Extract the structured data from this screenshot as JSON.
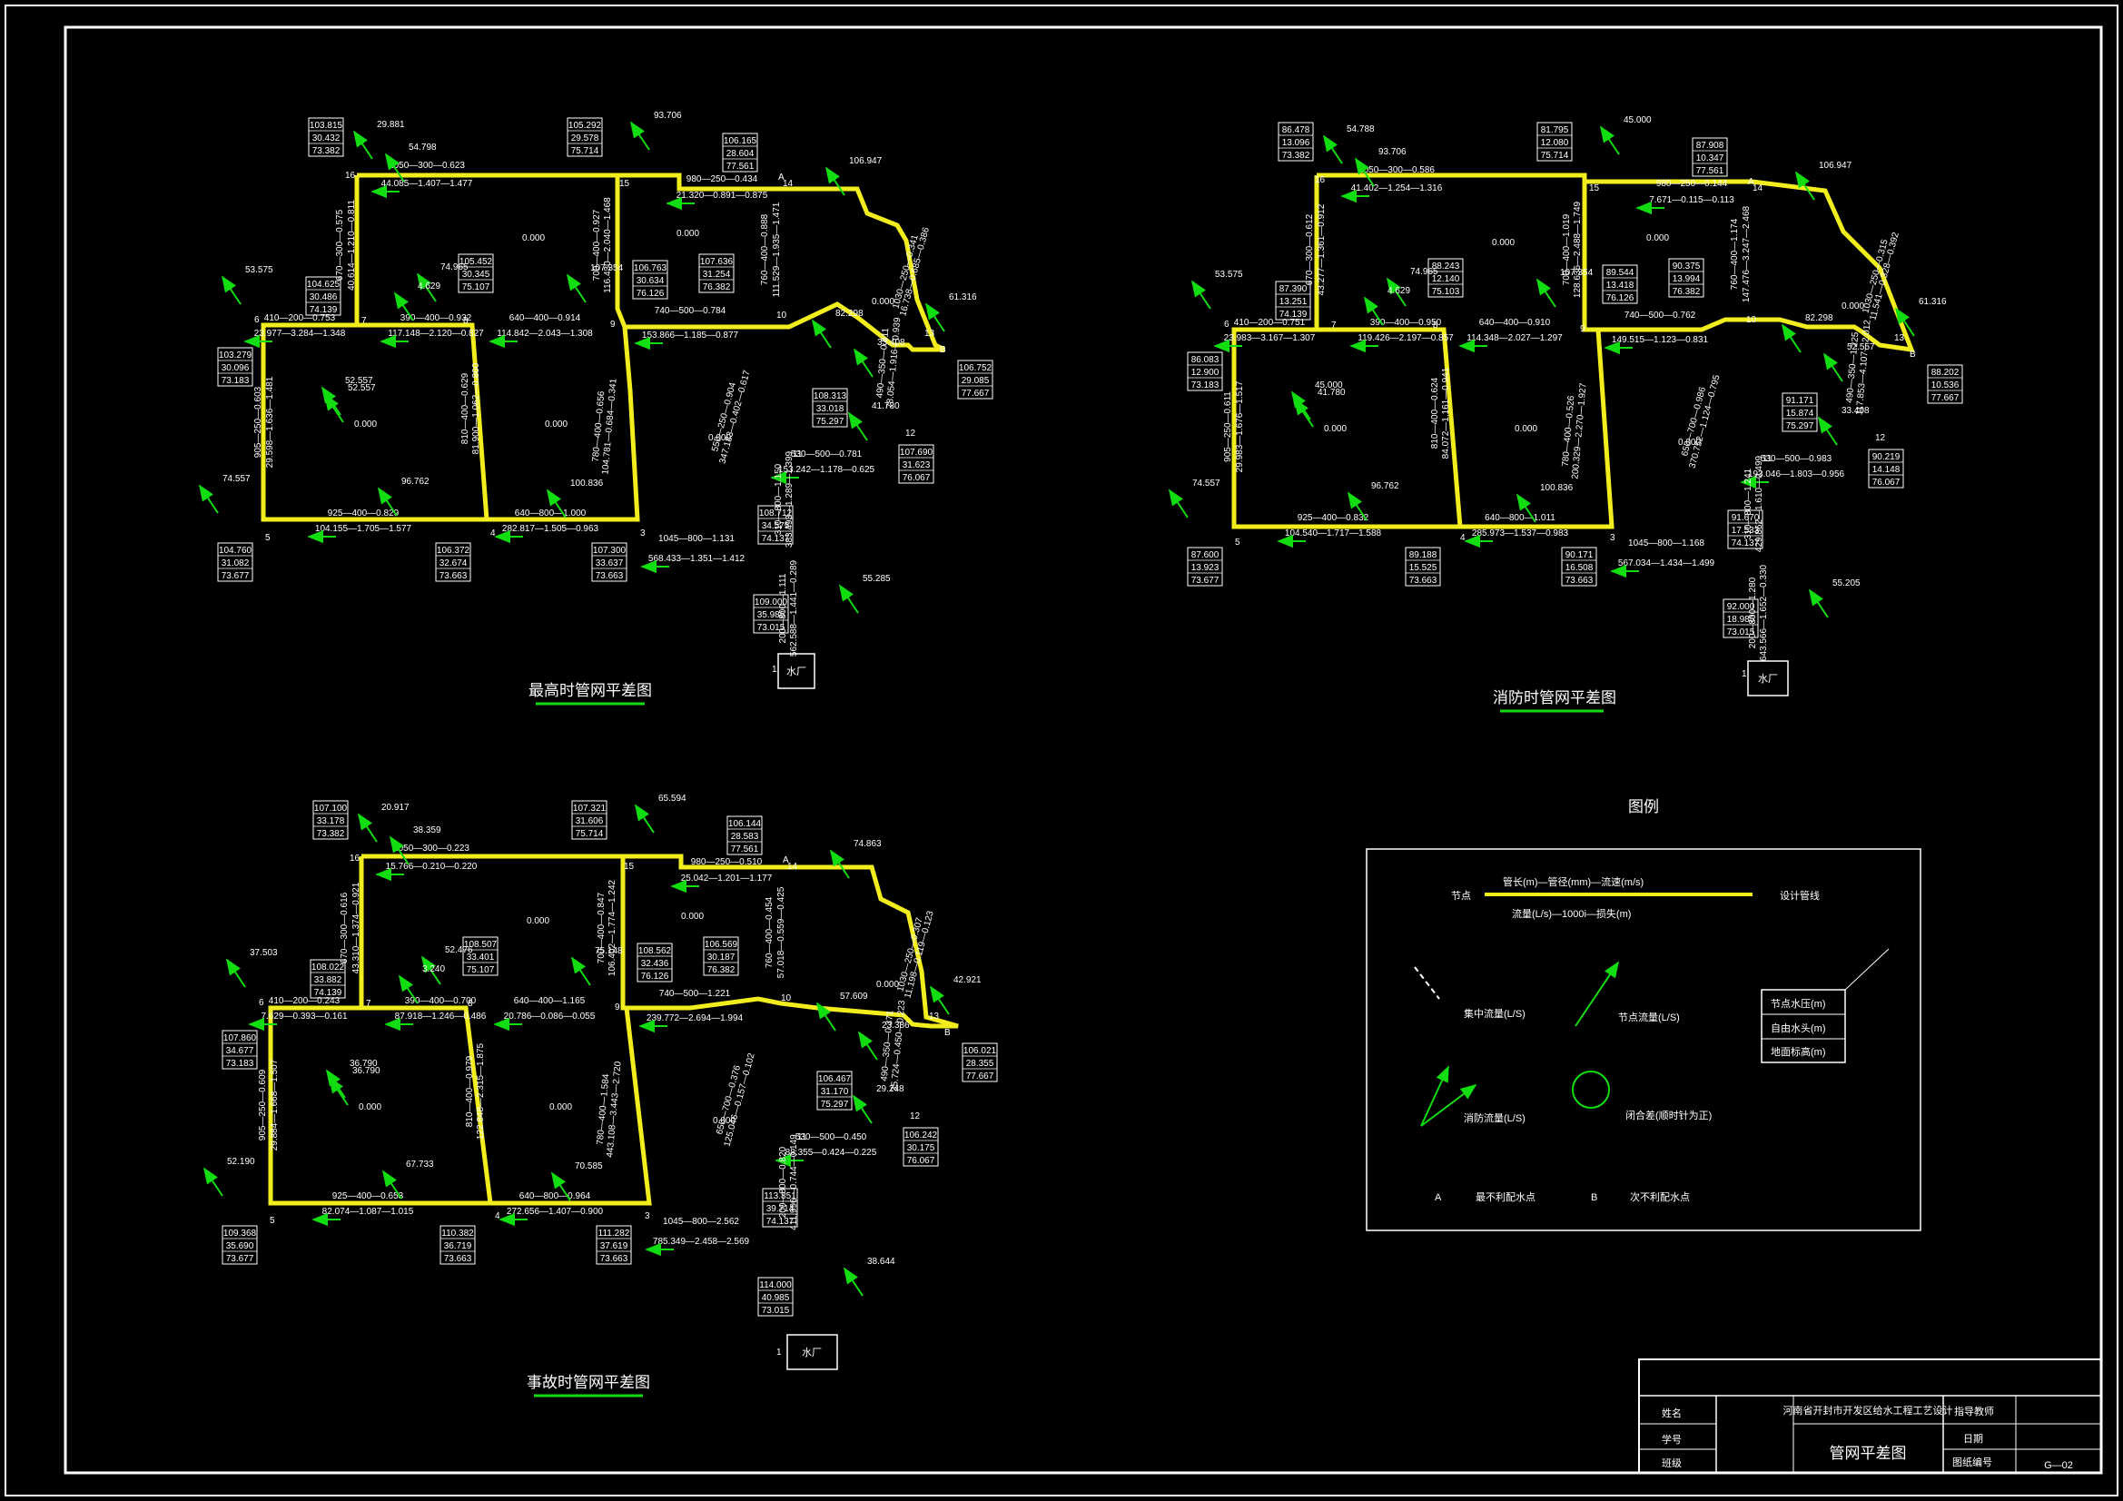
{
  "colors": {
    "pipe": "#f2ee1e",
    "flow": "#11dd11",
    "line": "#ffffff",
    "bg": "#000000"
  },
  "titles": {
    "max": "最高时管网平差图",
    "fire": "消防时管网平差图",
    "accident": "事故时管网平差图",
    "legend": "图例"
  },
  "plant_label": "水厂",
  "max": {
    "pipes": [
      "1050—300—0.623",
      "44.085—1.407—1.477",
      "980—250—0.434",
      "21.320—0.891—0.875",
      "670—300—0.575",
      "40.614—1.210—0.811",
      "700—400—0.927",
      "116.430—2.040—1.468",
      "760—400—0.888",
      "111.529—1.935—1.471",
      "1030—250—0.341",
      "16.738—0.685—0.386",
      "410—200—0.753",
      "23.977—3.284—1.348",
      "390—400—0.932",
      "117.148—2.120—0.827",
      "640—400—0.914",
      "114.842—2.043—1.308",
      "740—500—0.784",
      "153.866—1.185—0.877",
      "905—250—0.603",
      "29.598—1.636—1.481",
      "810—400—0.629",
      "81.900—1.062—0.860",
      "780—400—0.656",
      "104.781—0.684—0.341",
      "550—250—0.904",
      "347.183—0.402—0.617",
      "490—350—0.811",
      "78.054—1.916—0.939",
      "530—500—0.781",
      "153.242—1.178—0.625",
      "925—400—0.829",
      "104.155—1.705—1.577",
      "640—800—1.000",
      "282.817—1.505—0.963",
      "1045—800—1.131",
      "568.433—1.351—1.412",
      "310—800—1.150",
      "383.493—1.289—1.399",
      "200—800—1.111",
      "562.588—1.441—0.289"
    ],
    "nodes": [
      "1",
      "3",
      "4",
      "5",
      "6",
      "7",
      "8",
      "9",
      "10",
      "11",
      "12",
      "13",
      "14",
      "15",
      "16",
      "A",
      "B"
    ],
    "boxes": [
      [
        "103.815",
        "30.432",
        "73.382"
      ],
      [
        "105.292",
        "29.578",
        "75.714"
      ],
      [
        "106.165",
        "28.604",
        "77.561"
      ],
      [
        "104.625",
        "30.486",
        "74.139"
      ],
      [
        "105.452",
        "30.345",
        "75.107"
      ],
      [
        "106.763",
        "30.634",
        "76.126"
      ],
      [
        "107.636",
        "31.254",
        "76.382"
      ],
      [
        "103.279",
        "30.096",
        "73.183"
      ],
      [
        "106.752",
        "29.085",
        "77.667"
      ],
      [
        "108.313",
        "33.018",
        "75.297"
      ],
      [
        "107.690",
        "31.623",
        "76.067"
      ],
      [
        "104.760",
        "31.082",
        "73.677"
      ],
      [
        "106.372",
        "32.674",
        "73.663"
      ],
      [
        "107.300",
        "33.637",
        "73.663"
      ],
      [
        "108.712",
        "34.575",
        "74.137"
      ],
      [
        "109.000",
        "35.985",
        "73.015"
      ]
    ],
    "flows": [
      "29.881",
      "54.798",
      "93.706",
      "106.947",
      "53.575",
      "74.965",
      "4.629",
      "107.354",
      "82.298",
      "61.316",
      "52.557",
      "33.408",
      "41.780",
      "52.557",
      "74.557",
      "96.762",
      "100.836",
      "55.285"
    ],
    "loops": [
      "0.000",
      "0.000",
      "0.000",
      "0.000",
      "0.000",
      "0.000"
    ]
  },
  "fire": {
    "pipes": [
      "1050—300—0.586",
      "41.402—1.254—1.316",
      "980—250—0.144",
      "7.671—0.115—0.113",
      "670—300—0.612",
      "43.277—1.361—0.912",
      "700—400—1.019",
      "128.636—2.488—1.749",
      "760—400—1.174",
      "147.476—3.247—2.468",
      "1030—250—0.315",
      "11.541—0.328—0.392",
      "410—200—0.751",
      "23.983—3.167—1.307",
      "390—400—0.950",
      "119.426—2.197—0.857",
      "640—400—0.910",
      "114.348—2.027—1.297",
      "740—500—0.762",
      "149.515—1.123—0.831",
      "905—250—0.611",
      "29.983—1.676—1.517",
      "810—400—0.624",
      "84.072—1.161—0.941",
      "780—400—0.526",
      "200.329—2.270—1.927",
      "650—700—0.986",
      "370.752—1.124—0.795",
      "490—350—1.225",
      "117.853—4.107—2.012",
      "530—500—0.983",
      "193.046—1.803—0.956",
      "925—400—0.832",
      "104.540—1.717—1.588",
      "640—800—1.011",
      "285.973—1.537—0.983",
      "1045—800—1.168",
      "567.034—1.434—1.499",
      "310—800—1.241",
      "429.862—1.610—0.499",
      "200—800—1.280",
      "643.566—1.652—0.330"
    ],
    "nodes": [
      "1",
      "3",
      "4",
      "5",
      "6",
      "7",
      "8",
      "9",
      "10",
      "11",
      "12",
      "13",
      "14",
      "15",
      "16",
      "A",
      "B"
    ],
    "boxes": [
      [
        "86.478",
        "13.096",
        "73.382"
      ],
      [
        "81.795",
        "12.080",
        "75.714"
      ],
      [
        "87.908",
        "10.347",
        "77.561"
      ],
      [
        "87.390",
        "13.251",
        "74.139"
      ],
      [
        "88.243",
        "12.140",
        "75.103"
      ],
      [
        "89.544",
        "13.418",
        "76.126"
      ],
      [
        "90.375",
        "13.994",
        "76.382"
      ],
      [
        "86.083",
        "12.900",
        "73.183"
      ],
      [
        "88.202",
        "10.536",
        "77.667"
      ],
      [
        "91.171",
        "15.874",
        "75.297"
      ],
      [
        "90.219",
        "14.148",
        "76.067"
      ],
      [
        "87.600",
        "13.923",
        "73.677"
      ],
      [
        "89.188",
        "15.525",
        "73.663"
      ],
      [
        "90.171",
        "16.508",
        "73.663"
      ],
      [
        "91.670",
        "17.533",
        "74.137"
      ],
      [
        "92.000",
        "18.985",
        "73.015"
      ]
    ],
    "flows": [
      "54.788",
      "93.706",
      "45.000",
      "106.947",
      "53.575",
      "74.965",
      "4.629",
      "107.354",
      "82.298",
      "61.316",
      "45.000",
      "52.557",
      "33.408",
      "41.780",
      "74.557",
      "96.762",
      "100.836",
      "55.205"
    ],
    "loops": [
      "0.000",
      "0.000",
      "0.000",
      "0.000",
      "0.000",
      "0.000"
    ]
  },
  "accident": {
    "pipes": [
      "1050—300—0.223",
      "15.766—0.210—0.220",
      "980—250—0.510",
      "25.042—1.201—1.177",
      "670—300—0.616",
      "43.310—1.374—0.921",
      "700—400—0.847",
      "106.402—1.774—1.242",
      "760—400—0.454",
      "57.018—0.559—0.425",
      "1030—250—0.307",
      "11.198—0.119—0.123",
      "410—200—0.243",
      "7.629—0.393—0.161",
      "390—400—0.700",
      "87.918—1.246—0.486",
      "640—400—1.165",
      "20.786—0.086—0.055",
      "740—500—1.221",
      "239.772—2.694—1.994",
      "905—250—0.609",
      "29.884—1.668—1.507",
      "810—400—0.979",
      "122.848—2.315—1.875",
      "780—400—1.584",
      "443.108—3.443—2.720",
      "650—700—0.376",
      "125.046—0.157—0.102",
      "490—350—0.371",
      "35.724—0.450—0.223",
      "530—500—0.450",
      "88.355—0.424—0.225",
      "925—400—0.653",
      "82.074—1.087—1.015",
      "640—800—0.964",
      "272.656—1.407—0.900",
      "1045—800—2.562",
      "785.349—2.458—2.569",
      "200—800—0.820",
      "411.996—0.744—0.149"
    ],
    "nodes": [
      "1",
      "3",
      "4",
      "5",
      "6",
      "7",
      "8",
      "9",
      "10",
      "11",
      "12",
      "13",
      "14",
      "15",
      "16",
      "A",
      "B"
    ],
    "boxes": [
      [
        "107.100",
        "33.178",
        "73.382"
      ],
      [
        "107.321",
        "31.606",
        "75.714"
      ],
      [
        "106.144",
        "28.583",
        "77.561"
      ],
      [
        "108.022",
        "33.882",
        "74.139"
      ],
      [
        "108.507",
        "33.401",
        "75.107"
      ],
      [
        "108.562",
        "32.436",
        "76.126"
      ],
      [
        "106.569",
        "30.187",
        "76.382"
      ],
      [
        "107.860",
        "34.677",
        "73.183"
      ],
      [
        "106.021",
        "28.355",
        "77.667"
      ],
      [
        "106.467",
        "31.170",
        "75.297"
      ],
      [
        "106.242",
        "30.175",
        "76.067"
      ],
      [
        "109.368",
        "35.690",
        "73.677"
      ],
      [
        "110.382",
        "36.719",
        "73.663"
      ],
      [
        "111.282",
        "37.619",
        "73.663"
      ],
      [
        "113.851",
        "39.714",
        "74.137"
      ],
      [
        "114.000",
        "40.985",
        "73.015"
      ]
    ],
    "flows": [
      "20.917",
      "38.359",
      "65.594",
      "74.863",
      "37.503",
      "52.476",
      "3.240",
      "75.148",
      "57.609",
      "42.921",
      "36.790",
      "23.386",
      "29.248",
      "36.790",
      "52.190",
      "67.733",
      "70.585",
      "38.644"
    ],
    "loops": [
      "0.000",
      "0.000",
      "0.000",
      "0.000",
      "0.000",
      "0.000"
    ]
  },
  "legend": {
    "node_label": "节点",
    "pipe_top": "管长(m)—管径(mm)—流速(m/s)",
    "pipe_bottom": "流量(L/s)—1000i—损失(m)",
    "pipe_right": "设计管线",
    "concentrated_flow": "集中流量(L/S)",
    "node_flow": "节点流量(L/S)",
    "fire_flow": "消防流量(L/S)",
    "closure": "闭合差(顺时针为正)",
    "box_items": [
      "节点水压(m)",
      "自由水头(m)",
      "地面标高(m)"
    ],
    "a_label": "A",
    "a_desc": "最不利配水点",
    "b_label": "B",
    "b_desc": "次不利配水点"
  },
  "title_block": {
    "name": "姓名",
    "student_no": "学号",
    "class": "班级",
    "project": "河南省开封市开发区给水工程工艺设计",
    "drawing": "管网平差图",
    "instructor": "指导教师",
    "date": "日期",
    "drawing_no_label": "图纸编号",
    "drawing_no": "G—02"
  }
}
